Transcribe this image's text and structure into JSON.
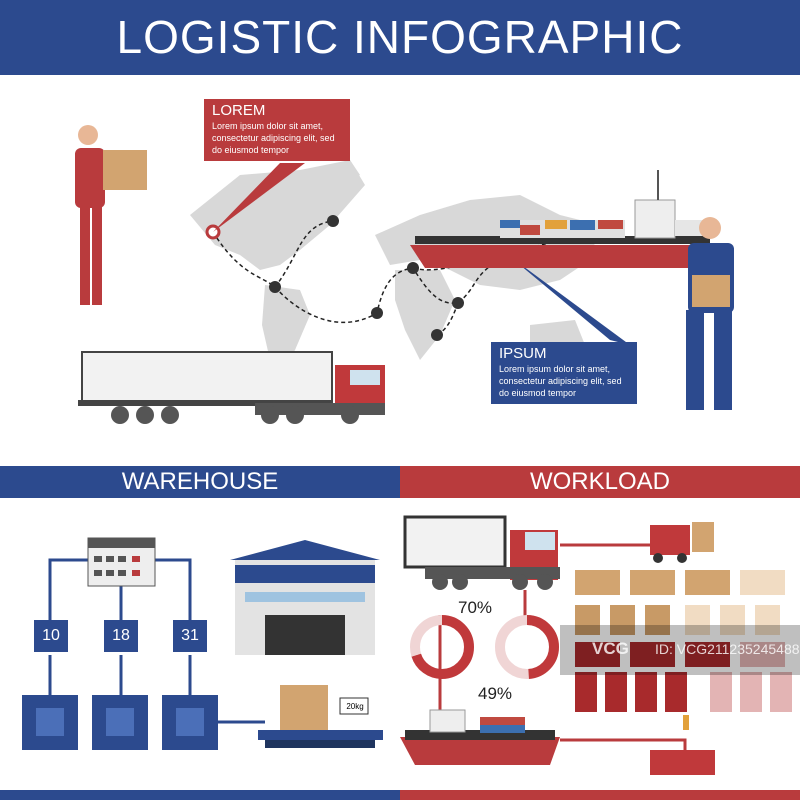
{
  "header": {
    "title": "LOGISTIC INFOGRAPHIC"
  },
  "callouts": [
    {
      "title": "LOREM",
      "text": "Lorem ipsum dolor sit amet, consectetur adipiscing elit, sed do eiusmod tempor",
      "color": "#b93b3d"
    },
    {
      "title": "IPSUM",
      "text": "Lorem ipsum dolor sit amet, consectetur adipiscing elit, sed do eiusmod tempor",
      "color": "#2c4a8e"
    }
  ],
  "sections": {
    "warehouse": "WAREHOUSE",
    "workload": "WORKLOAD"
  },
  "warehouse": {
    "dates": [
      "10",
      "18",
      "31"
    ],
    "scale_label": "20kg"
  },
  "workload": {
    "stats": [
      {
        "label": "70%",
        "value": 70
      },
      {
        "label": "49%",
        "value": 49
      }
    ]
  },
  "watermark": {
    "logo": "VCG",
    "id": "ID: VCG211235245488"
  },
  "colors": {
    "blue": "#2c4a8e",
    "red": "#b93b3d",
    "map": "#d6d6d6"
  }
}
